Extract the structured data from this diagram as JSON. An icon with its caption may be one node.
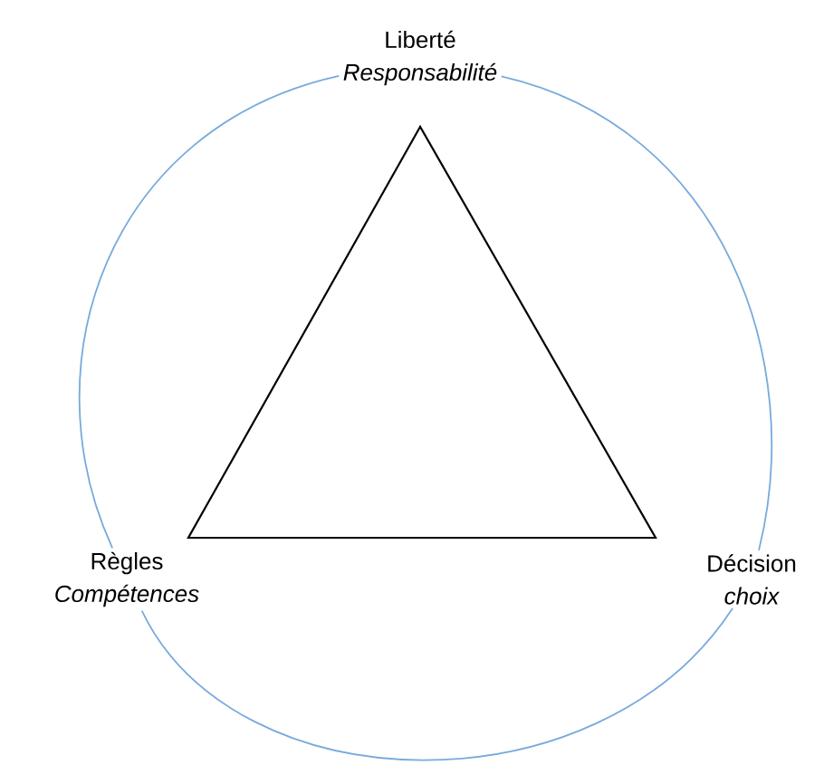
{
  "diagram": {
    "nodes": [
      {
        "text": [
          "Liberté",
          "Responsabilité"
        ]
      },
      {
        "text": [
          "Règles",
          "Compétences"
        ]
      },
      {
        "text": [
          "Décision",
          "choix"
        ]
      }
    ],
    "edges": [
      {
        "from": 0,
        "to": 1,
        "arrow": "none"
      },
      {
        "from": 0,
        "to": 2,
        "arrow": "none"
      },
      {
        "from": 1,
        "to": 2,
        "arrow": "none"
      }
    ]
  }
}
